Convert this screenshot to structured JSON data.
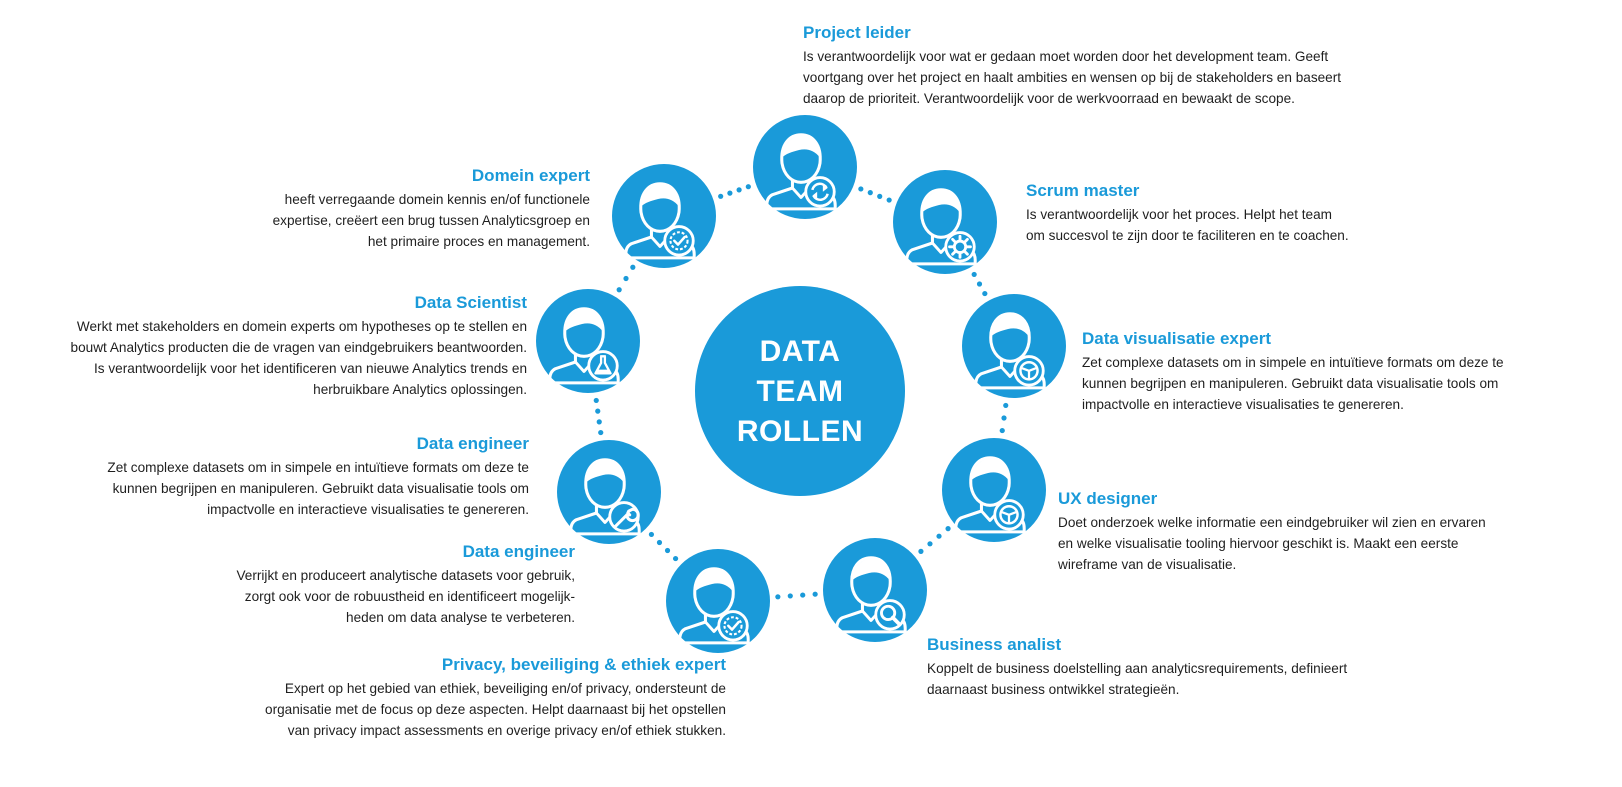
{
  "colors": {
    "accent": "#1a9ad9",
    "text": "#1f1f1f",
    "white": "#ffffff"
  },
  "center": {
    "line1": "DATA",
    "line2": "TEAM",
    "line3": "ROLLEN"
  },
  "roles": [
    {
      "id": "project-leider",
      "icon": "person-refresh-icon",
      "title": "Project leider",
      "lines": [
        "Is verantwoordelijk voor wat er gedaan moet worden door het development team. Geeft",
        "voortgang over het project en haalt ambities en wensen op bij de stakeholders en baseert",
        "daarop de prioriteit. Verantwoordelijk voor de werkvoorraad en bewaakt de scope."
      ]
    },
    {
      "id": "scrum-master",
      "icon": "person-gear-brain-icon",
      "title": "Scrum master",
      "lines": [
        "Is verantwoordelijk voor het proces. Helpt het team",
        "om succesvol te zijn door te faciliteren en te coachen."
      ]
    },
    {
      "id": "data-visualisatie-expert",
      "icon": "person-chart-icon",
      "title": "Data visualisatie expert",
      "lines": [
        "Zet complexe datasets om in simpele en intuïtieve formats om deze te",
        "kunnen begrijpen en manipuleren. Gebruikt data visualisatie tools om",
        "impactvolle en interactieve visualisaties te genereren."
      ]
    },
    {
      "id": "ux-designer",
      "icon": "person-steering-icon",
      "title": "UX designer",
      "lines": [
        "Doet onderzoek welke informatie een eindgebruiker wil zien en ervaren",
        "en welke visualisatie tooling hiervoor geschikt is. Maakt een eerste",
        "wireframe van de visualisatie."
      ]
    },
    {
      "id": "business-analist",
      "icon": "person-magnifier-icon",
      "title": "Business analist",
      "lines": [
        "Koppelt de business doelstelling aan analyticsrequirements, definieert",
        "daarnaast business ontwikkel strategieën."
      ]
    },
    {
      "id": "privacy-expert",
      "icon": "person-badge-check-icon",
      "title": "Privacy, beveiliging & ethiek expert",
      "lines": [
        "Expert op het gebied van ethiek, beveiliging en/of privacy, ondersteunt de",
        "organisatie met de focus op deze aspecten. Helpt daarnaast bij het opstellen",
        "van privacy impact assessments en overige privacy en/of ethiek stukken."
      ]
    },
    {
      "id": "data-engineer-2",
      "icon": "person-wrench-icon",
      "title": "Data engineer",
      "lines": [
        "Verrijkt en produceert analytische datasets voor gebruik,",
        "zorgt ook voor de robuustheid en identificeert mogelijk-",
        "heden om data analyse te verbeteren."
      ]
    },
    {
      "id": "data-engineer-1",
      "icon": "person-wrench-icon",
      "title": "Data engineer",
      "lines": [
        "Zet complexe datasets om in simpele en intuïtieve formats om deze te",
        "kunnen begrijpen en manipuleren. Gebruikt data visualisatie tools om",
        "impactvolle en interactieve visualisaties te genereren."
      ]
    },
    {
      "id": "data-scientist",
      "icon": "person-flask-icon",
      "title": "Data Scientist",
      "lines": [
        "Werkt met stakeholders en domein experts om hypotheses op te stellen en",
        "bouwt Analytics producten die de vragen van eindgebruikers beantwoorden.",
        "Is verantwoordelijk voor het identificeren van nieuwe Analytics trends en",
        "herbruikbare Analytics oplossingen."
      ]
    },
    {
      "id": "domein-expert",
      "icon": "person-badge-check-icon",
      "title": "Domein expert",
      "lines": [
        "heeft verregaande domein kennis en/of functionele",
        "expertise, creëert een brug tussen Analyticsgroep en",
        "het primaire proces en management."
      ]
    }
  ]
}
